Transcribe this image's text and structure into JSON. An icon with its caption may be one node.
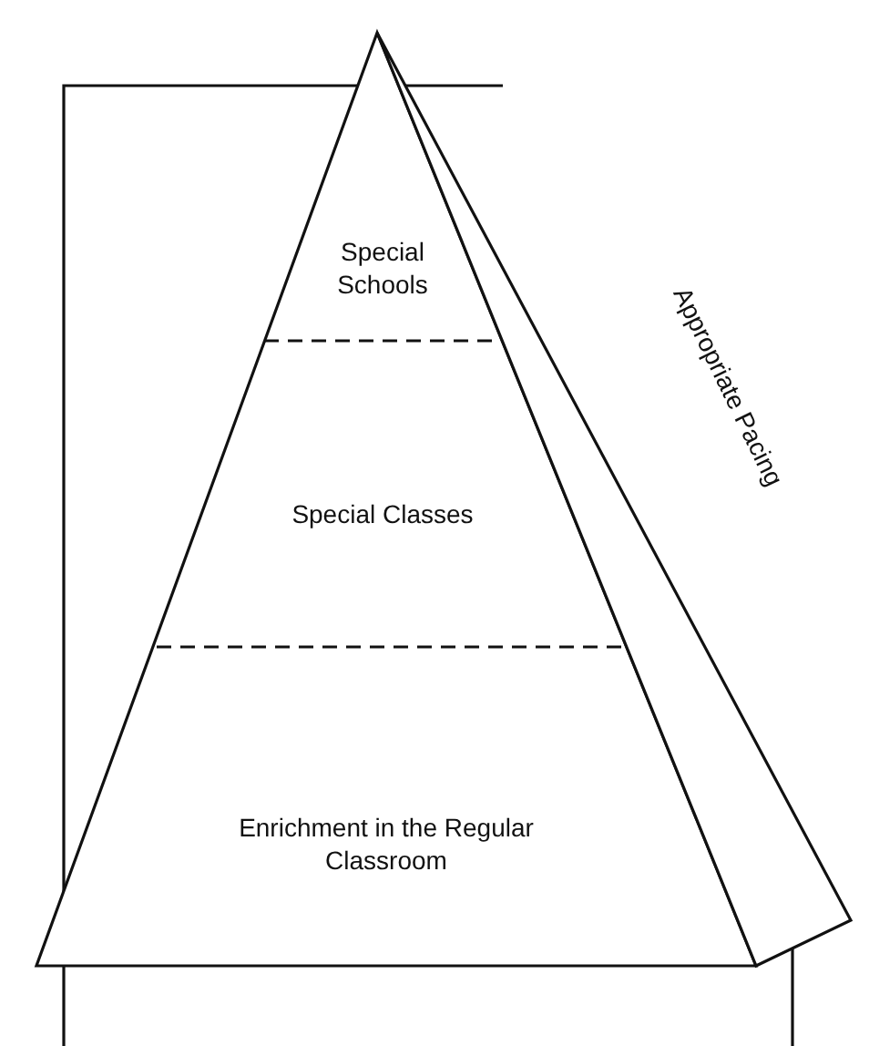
{
  "diagram": {
    "nodes": [
      {
        "text": [
          "Special Schools"
        ]
      },
      {
        "text": [
          "Special Classes"
        ]
      },
      {
        "text": [
          "Enrichment in the Regular Classroom"
        ]
      },
      {
        "text": [
          "Appropriate Pacing"
        ]
      }
    ]
  }
}
